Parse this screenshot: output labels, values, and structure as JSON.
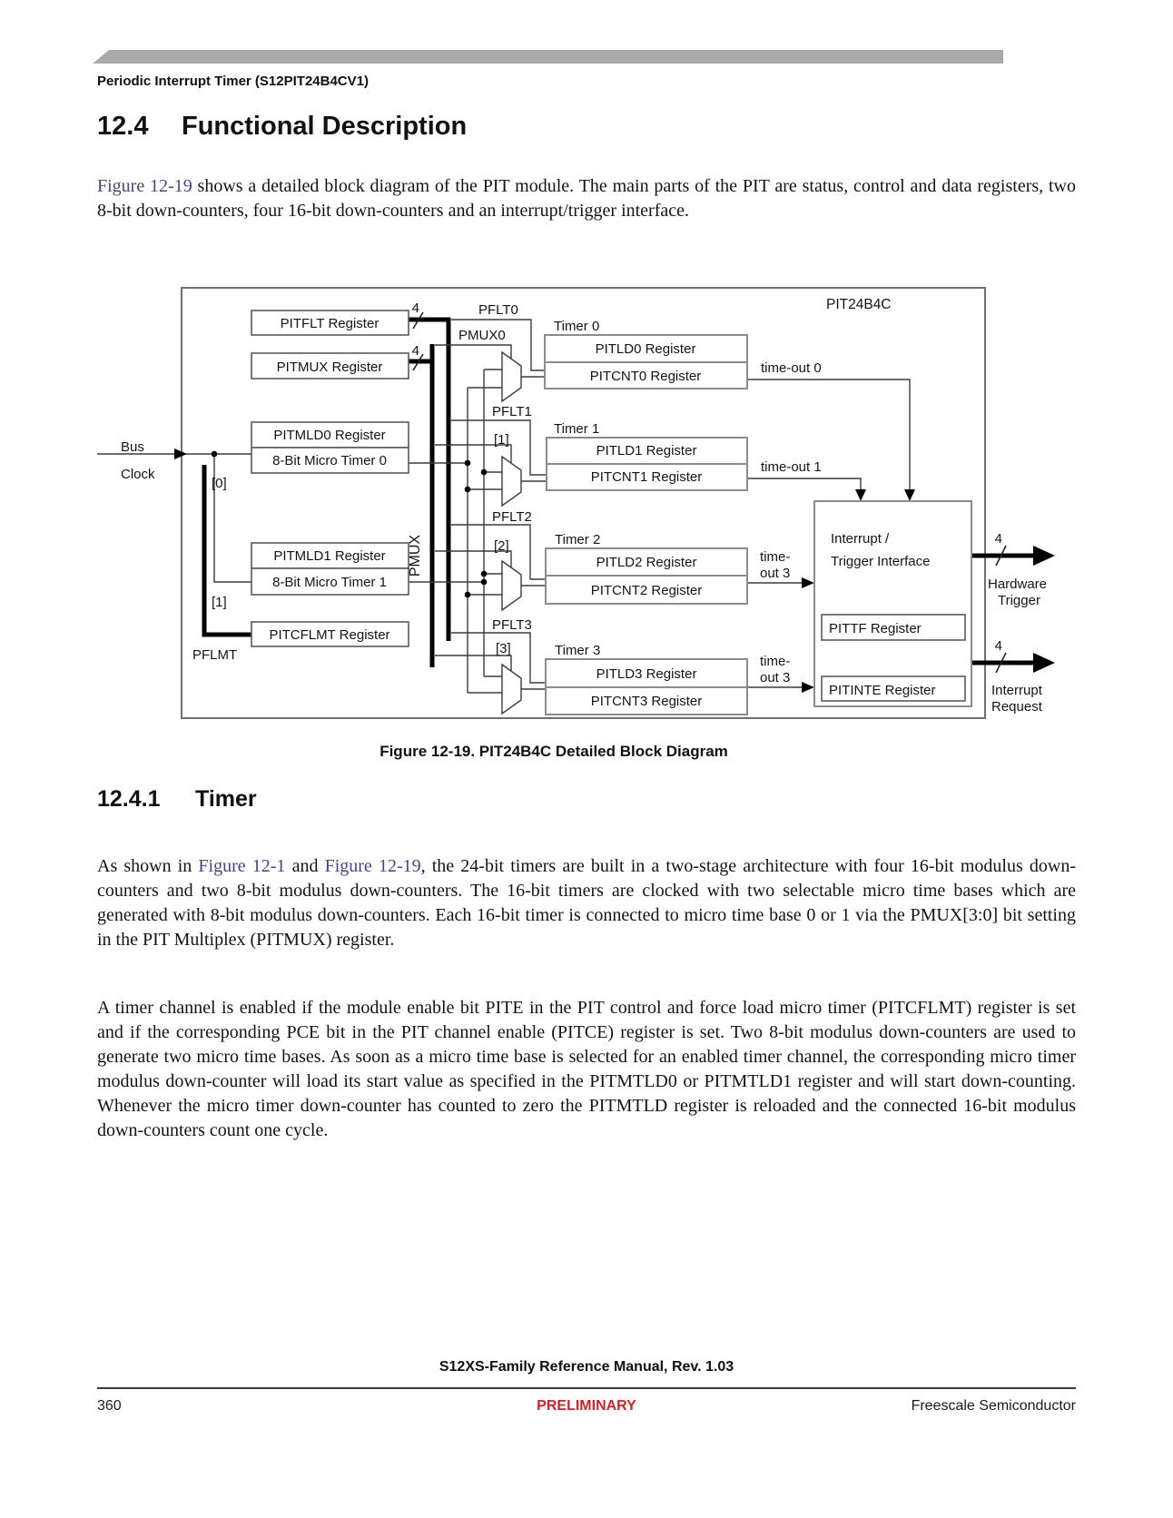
{
  "colors": {
    "link": "#44448a",
    "preliminary_red": "#d42229",
    "header_bar_gray": "#a9a9a9"
  },
  "header": {
    "running_title": "Periodic Interrupt Timer (S12PIT24B4CV1)"
  },
  "section": {
    "number": "12.4",
    "title": "Functional Description"
  },
  "intro": {
    "link1": "Figure 12-19",
    "text1": " shows a detailed block diagram of the PIT module. The main parts of the PIT are status, control and data registers, two 8-bit down-counters, four 16-bit down-counters and an interrupt/trigger interface."
  },
  "figure": {
    "caption": "Figure 12-19. PIT24B4C Detailed Block Diagram"
  },
  "subsection": {
    "number": "12.4.1",
    "title": "Timer"
  },
  "timer_text": {
    "t1": "As shown in ",
    "link1": "Figure 12-1",
    "t2": " and ",
    "link2": "Figure 12-19",
    "t3": ", the 24-bit timers are built in a two-stage architecture with four 16-bit modulus down-counters and two 8-bit modulus down-counters. The 16-bit timers are clocked with two selectable micro time bases which are generated with 8-bit modulus down-counters. Each 16-bit timer is connected to micro time base 0 or 1 via the PMUX[3:0] bit setting in the PIT Multiplex (PITMUX) register.",
    "p2": "A timer channel is enabled if the module enable bit PITE in the PIT control and force load micro timer (PITCFLMT) register is set and if the corresponding PCE bit in the PIT channel enable (PITCE) register is set. Two 8-bit modulus down-counters are used to generate two micro time bases. As soon as a micro time base is selected for an enabled timer channel, the corresponding micro timer modulus down-counter will load its start value as specified in the PITMTLD0 or PITMTLD1 register and will start down-counting. Whenever the micro timer down-counter has counted to zero the PITMTLD register is reloaded and the connected 16-bit modulus down-counters count one cycle."
  },
  "diagram": {
    "module": "PIT24B4C",
    "pitflt": "PITFLT Register",
    "pitmux_reg": "PITMUX Register",
    "pitmld0": "PITMLD0 Register",
    "mt0": "8-Bit Micro Timer 0",
    "pitmld1": "PITMLD1 Register",
    "mt1": "8-Bit Micro Timer 1",
    "pitcflmt": "PITCFLMT Register",
    "timer0": "Timer 0",
    "timer1": "Timer 1",
    "timer2": "Timer 2",
    "timer3": "Timer 3",
    "pitld0": "PITLD0 Register",
    "pitcnt0": "PITCNT0 Register",
    "pitld1": "PITLD1 Register",
    "pitcnt1": "PITCNT1 Register",
    "pitld2": "PITLD2 Register",
    "pitcnt2": "PITCNT2 Register",
    "pitld3": "PITLD3 Register",
    "pitcnt3": "PITCNT3 Register",
    "bus": "Bus",
    "clock": "Clock",
    "pflmt": "PFLMT",
    "pmux_bus": "PMUX",
    "pmux0": "PMUX0",
    "pflt0": "PFLT0",
    "pflt1": "PFLT1",
    "pflt2": "PFLT2",
    "pflt3": "PFLT3",
    "idx0": "[0]",
    "idx1": "[1]",
    "sel1": "[1]",
    "sel2": "[2]",
    "sel3": "[3]",
    "four": "4",
    "timeout0": "time-out 0",
    "timeout1": "time-out 1",
    "time_part": "time-",
    "out3_part": "out 3",
    "interface_line1": "Interrupt /",
    "interface_line2": "Trigger Interface",
    "pittf": "PITTF Register",
    "pitinte": "PITINTE Register",
    "hw1": "Hardware",
    "hw2": "Trigger",
    "irq1": "Interrupt",
    "irq2": "Request"
  },
  "footer": {
    "manual": "S12XS-Family Reference Manual, Rev. 1.03",
    "page": "360",
    "status": "PRELIMINARY",
    "company": "Freescale Semiconductor"
  }
}
